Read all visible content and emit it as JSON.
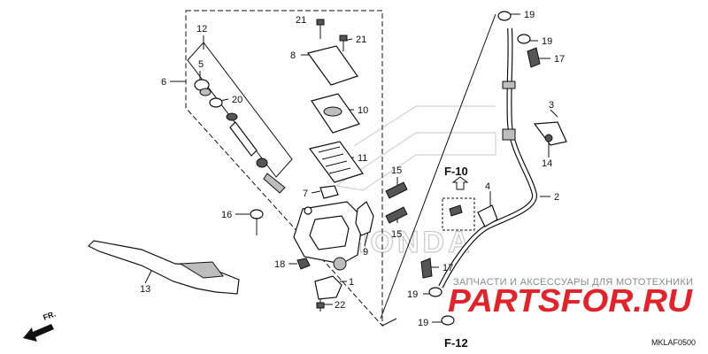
{
  "callouts": {
    "c1": "1",
    "c2": "2",
    "c3": "3",
    "c4": "4",
    "c5": "5",
    "c6": "6",
    "c7": "7",
    "c8": "8",
    "c9": "9",
    "c10": "10",
    "c11": "11",
    "c12": "12",
    "c13": "13",
    "c14": "14",
    "c15a": "15",
    "c15b": "15",
    "c16": "16",
    "c17a": "17",
    "c17b": "17",
    "c18": "18",
    "c19a": "19",
    "c19b": "19",
    "c19c": "19",
    "c19d": "19",
    "c20": "20",
    "c21a": "21",
    "c21b": "21",
    "c22": "22"
  },
  "refs": {
    "f10": "F-10",
    "f12": "F-12"
  },
  "front_arrow_label": "FR.",
  "diagram_code": "MKLAF0500",
  "watermark": {
    "tagline": "ЗАПЧАСТИ И АКСЕССУАРЫ ДЛЯ МОТОТЕХНИКИ",
    "logo": "PARTSFOR.RU",
    "logo_color": "#e3222a",
    "background_brand": "HONDA"
  }
}
